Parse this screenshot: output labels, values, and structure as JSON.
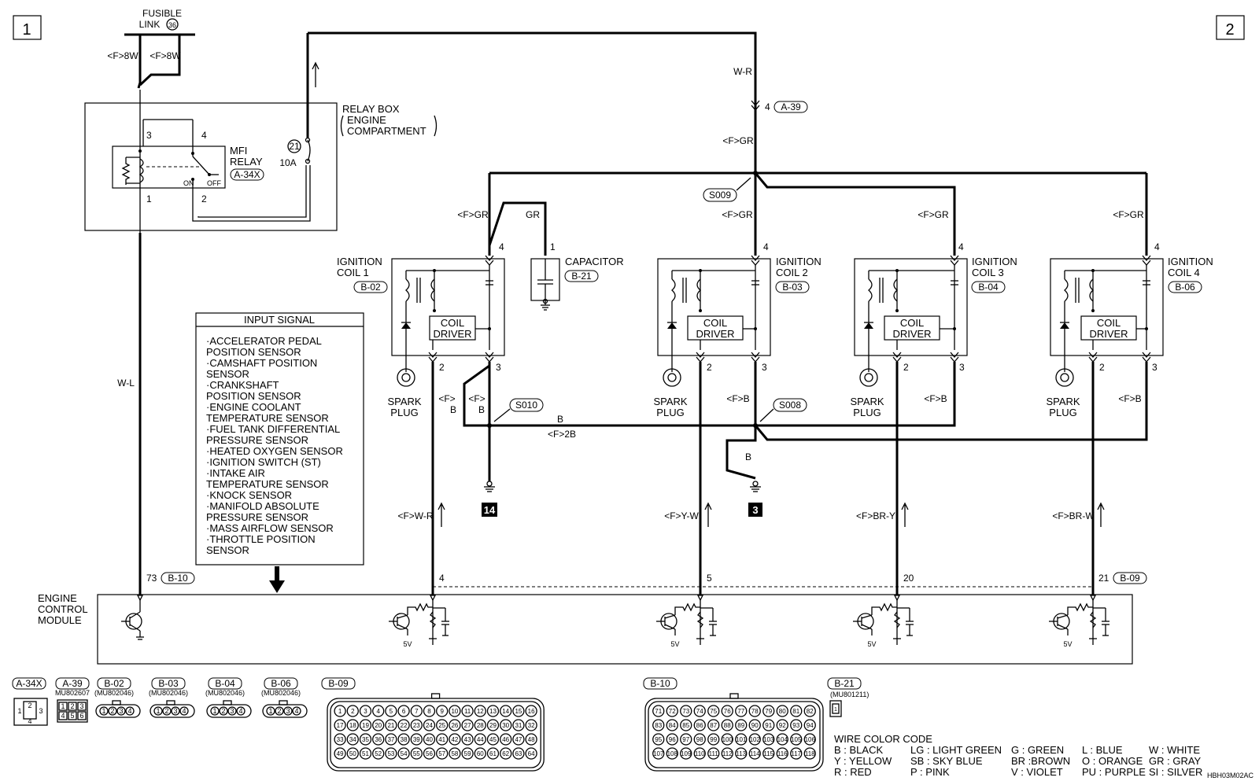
{
  "page_markers": {
    "left": "1",
    "right": "2"
  },
  "fusible_link": {
    "line1": "FUSIBLE",
    "line2": "LINK",
    "num": "36"
  },
  "relay_box": {
    "line1": "RELAY BOX",
    "line2": "ENGINE",
    "line3": "COMPARTMENT"
  },
  "mfi_relay": {
    "line1": "MFI",
    "line2": "RELAY",
    "conn": "A-34X",
    "on": "ON",
    "off": "OFF",
    "pins": [
      "3",
      "4",
      "1",
      "2"
    ]
  },
  "fuse": {
    "num": "21",
    "rating": "10A"
  },
  "wires": {
    "f8w": "<F>8W",
    "wl": "W-L",
    "wr": "W-R",
    "fgr": "<F>GR",
    "gr": "GR",
    "fb": "<F>B",
    "f_label": "<F>",
    "b": "B",
    "f2b": "<F>2B",
    "fwr": "<F>W-R",
    "fyw": "<F>Y-W",
    "fbry": "<F>BR-Y",
    "fbrw": "<F>BR-W"
  },
  "connectors": {
    "a39": {
      "pin": "4",
      "label": "A-39"
    },
    "b10": {
      "pin": "73",
      "label": "B-10"
    },
    "b09": {
      "pin": "21",
      "label": "B-09"
    },
    "ecm_pins": [
      "4",
      "5",
      "20"
    ]
  },
  "splices": [
    "S009",
    "S010",
    "S008"
  ],
  "grounds": [
    "14",
    "3"
  ],
  "capacitor": {
    "label": "CAPACITOR",
    "conn": "B-21",
    "pin": "1"
  },
  "coils": [
    {
      "line1": "IGNITION",
      "line2": "COIL 1",
      "conn": "B-02"
    },
    {
      "line1": "IGNITION",
      "line2": "COIL 2",
      "conn": "B-03"
    },
    {
      "line1": "IGNITION",
      "line2": "COIL 3",
      "conn": "B-04"
    },
    {
      "line1": "IGNITION",
      "line2": "COIL 4",
      "conn": "B-06"
    }
  ],
  "coil_pins": {
    "top": "4",
    "left": "2",
    "right": "3"
  },
  "coil_driver": {
    "line1": "COIL",
    "line2": "DRIVER"
  },
  "spark_plug": {
    "line1": "SPARK",
    "line2": "PLUG"
  },
  "input_signal": {
    "title": "INPUT SIGNAL",
    "lines": [
      "·ACCELERATOR PEDAL",
      " POSITION SENSOR",
      "·CAMSHAFT POSITION",
      " SENSOR",
      "·CRANKSHAFT",
      " POSITION SENSOR",
      "·ENGINE COOLANT",
      " TEMPERATURE SENSOR",
      "·FUEL TANK DIFFERENTIAL",
      " PRESSURE SENSOR",
      "·HEATED OXYGEN SENSOR",
      "·IGNITION SWITCH (ST)",
      "·INTAKE AIR",
      " TEMPERATURE SENSOR",
      "·KNOCK SENSOR",
      "·MANIFOLD ABSOLUTE",
      " PRESSURE SENSOR",
      "·MASS AIRFLOW SENSOR",
      "·THROTTLE POSITION",
      " SENSOR"
    ]
  },
  "ecm": {
    "line1": "ENGINE",
    "line2": "CONTROL",
    "line3": "MODULE",
    "v5": "5V"
  },
  "connector_legend": {
    "small": [
      {
        "label": "A-34X",
        "part": ""
      },
      {
        "label": "A-39",
        "part": "MU802607"
      },
      {
        "label": "B-02",
        "part": "(MU802046)"
      },
      {
        "label": "B-03",
        "part": "(MU802046)"
      },
      {
        "label": "B-04",
        "part": "(MU802046)"
      },
      {
        "label": "B-06",
        "part": "(MU802046)"
      }
    ],
    "a34x_pins": [
      "1",
      "2",
      "3",
      "4"
    ],
    "a39_pins": [
      "1",
      "2",
      "3",
      "4",
      "5",
      "6"
    ],
    "four_pins": [
      "1",
      "2",
      "3",
      "4"
    ],
    "b09": {
      "label": "B-09",
      "rows": [
        [
          "1",
          "2",
          "3",
          "4",
          "5",
          "6",
          "7",
          "8",
          "9",
          "10",
          "11",
          "12",
          "13",
          "14",
          "15",
          "16"
        ],
        [
          "17",
          "18",
          "19",
          "20",
          "21",
          "22",
          "23",
          "24",
          "25",
          "26",
          "27",
          "28",
          "29",
          "30",
          "31",
          "32"
        ],
        [
          "33",
          "34",
          "35",
          "36",
          "37",
          "38",
          "39",
          "40",
          "41",
          "42",
          "43",
          "44",
          "45",
          "46",
          "47",
          "48"
        ],
        [
          "49",
          "50",
          "51",
          "52",
          "53",
          "54",
          "55",
          "56",
          "57",
          "58",
          "59",
          "60",
          "61",
          "62",
          "63",
          "64"
        ]
      ]
    },
    "b10": {
      "label": "B-10",
      "rows": [
        [
          "71",
          "72",
          "73",
          "74",
          "75",
          "76",
          "77",
          "78",
          "79",
          "80",
          "81",
          "82"
        ],
        [
          "83",
          "84",
          "85",
          "86",
          "87",
          "88",
          "89",
          "90",
          "91",
          "92",
          "93",
          "94"
        ],
        [
          "95",
          "96",
          "97",
          "98",
          "99",
          "100",
          "101",
          "102",
          "103",
          "104",
          "105",
          "106"
        ],
        [
          "107",
          "108",
          "109",
          "110",
          "111",
          "112",
          "113",
          "114",
          "115",
          "116",
          "117",
          "118"
        ]
      ]
    },
    "b21": {
      "label": "B-21",
      "part": "(MU801211)",
      "pin": "1"
    }
  },
  "wire_color_code": {
    "title": "WIRE COLOR CODE",
    "rows": [
      [
        "B : BLACK",
        "LG : LIGHT GREEN",
        "G : GREEN",
        "L : BLUE",
        "W : WHITE"
      ],
      [
        "Y : YELLOW",
        "SB : SKY BLUE",
        "BR :BROWN",
        "O : ORANGE",
        "GR : GRAY"
      ],
      [
        "R : RED",
        "P : PINK",
        "V : VIOLET",
        "PU : PURPLE",
        "SI : SILVER"
      ]
    ]
  },
  "doc_code": "HBH03M02AC"
}
